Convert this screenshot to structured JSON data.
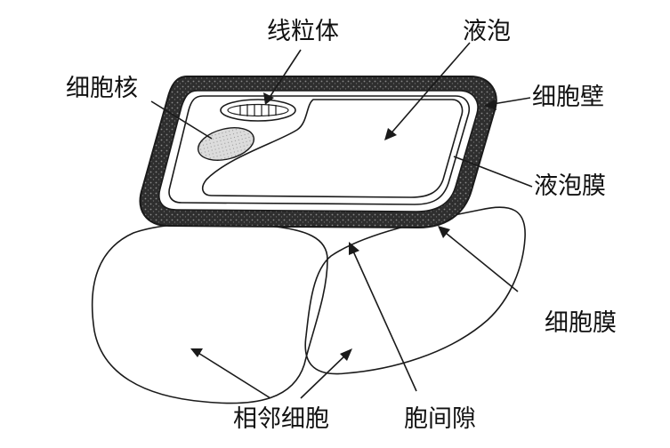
{
  "labels": {
    "mitochondrion": "线粒体",
    "vacuole": "液泡",
    "nucleus": "细胞核",
    "cell_wall": "细胞壁",
    "tonoplast": "液泡膜",
    "cell_membrane": "细胞膜",
    "adjacent_cells": "相邻细胞",
    "intercellular_space": "胞间隙"
  },
  "colors": {
    "ink": "#1a1a1a",
    "wall_fill": "#3a3a3a",
    "nucleus_fill": "#d6d6d6",
    "background": "#ffffff"
  }
}
